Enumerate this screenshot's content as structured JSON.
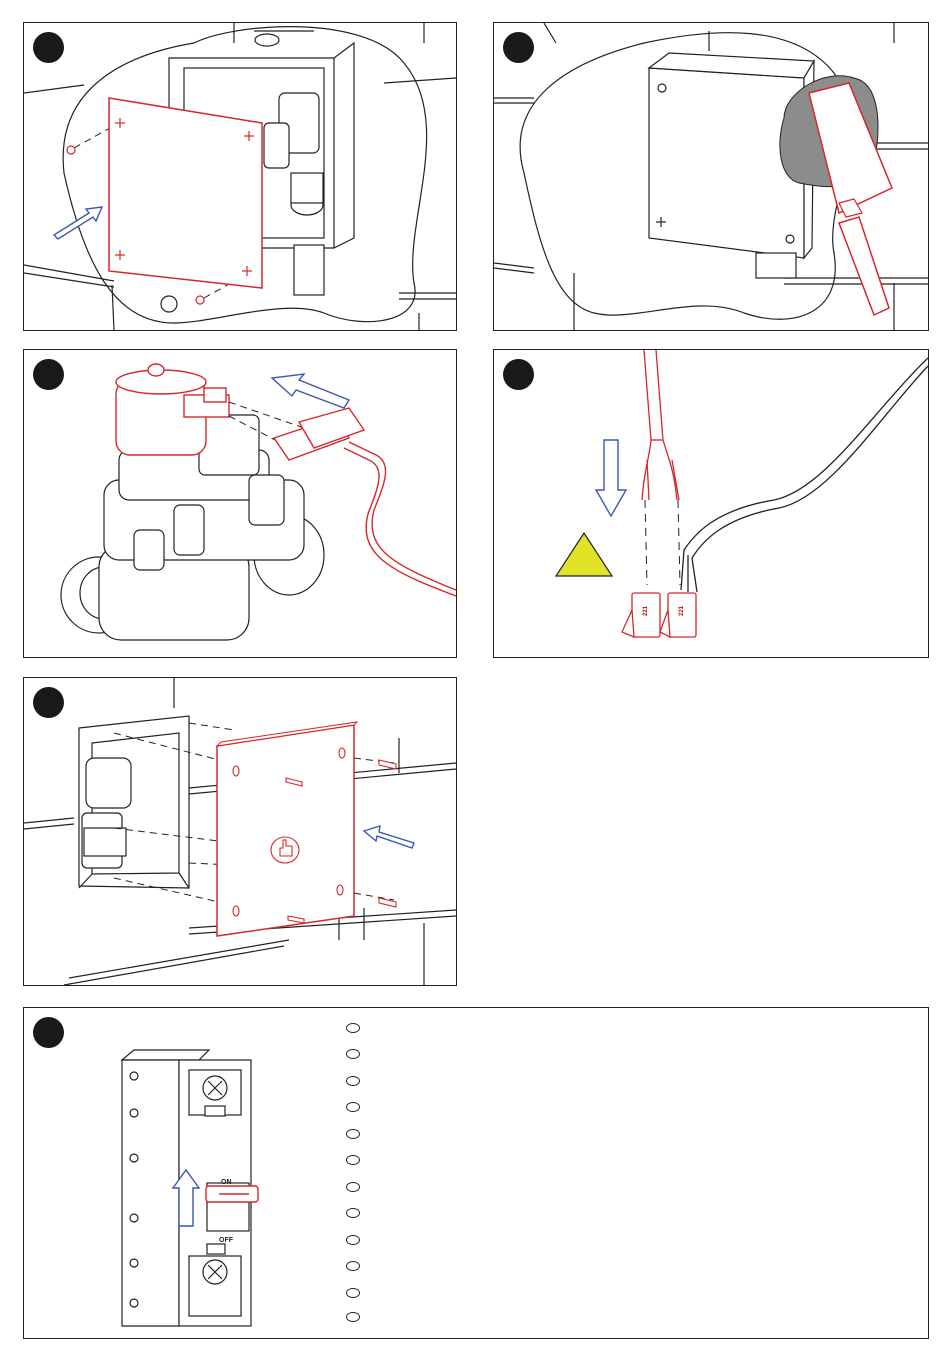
{
  "colors": {
    "part_red": "#d8262b",
    "arrow_blue": "#3a57b8",
    "warning_yellow": "#e1e426",
    "line_dark": "#222222",
    "badge_black": "#1a1a1a"
  },
  "steps": [
    {
      "id": "step-1",
      "icon": "cover-panel-install"
    },
    {
      "id": "step-2",
      "icon": "box-cover-removal"
    },
    {
      "id": "step-3",
      "icon": "solenoid-connector"
    },
    {
      "id": "step-4",
      "icon": "wire-terminal-warning"
    },
    {
      "id": "step-5",
      "icon": "front-plate-screws"
    },
    {
      "id": "step-6",
      "icon": "circuit-breaker"
    }
  ],
  "terminal_clips": {
    "label": "221"
  },
  "breaker": {
    "on_label": "ON",
    "off_label": "OFF"
  },
  "language_list": {
    "item_count": 12
  }
}
